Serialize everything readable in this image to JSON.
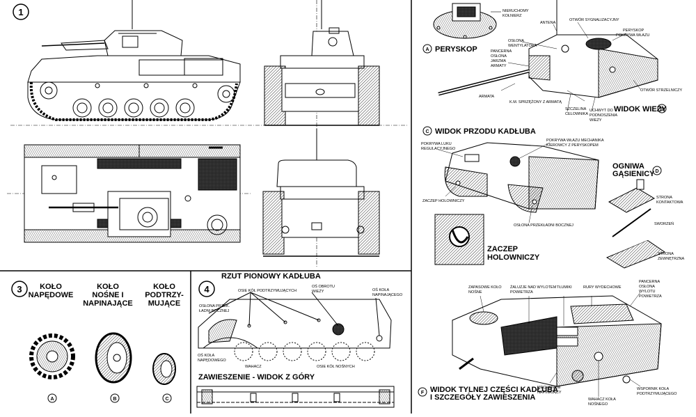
{
  "sections": {
    "s1": {
      "number": "1"
    },
    "s3": {
      "number": "3",
      "wheel_a": [
        "KOŁO",
        "NAPĘDOWE"
      ],
      "wheel_b": [
        "KOŁO",
        "NOŚNE I",
        "NAPINAJĄCE"
      ],
      "wheel_c": [
        "KOŁO",
        "PODTRZY-",
        "MUJĄCE"
      ],
      "marks": [
        "A",
        "B",
        "C"
      ]
    },
    "s4": {
      "number": "4",
      "title": "RZUT PIONOWY KADŁUBA",
      "labels": {
        "osie_podtrzym": "OSIE KÓŁ PODTRZYMUJĄCYCH",
        "os_obrotu": [
          "OŚ OBROTU",
          "WIEŻY"
        ],
        "os_napinajacego": [
          "OŚ KOŁA",
          "NAPINAJĄCEGO"
        ],
        "oslona_przekladni": [
          "OSŁONA PRZEK.",
          "ŁADNI BOCZNEJ"
        ],
        "os_napedowego": [
          "OŚ KOŁA",
          "NAPĘDOWEGO"
        ],
        "wahacz": "WAHACZ",
        "osie_nosnych": "OSIE KÓŁ NOŚNYCH"
      },
      "subtitle": "ZAWIESZENIE - WIDOK Z GÓRY"
    },
    "a": {
      "mark": "A",
      "title": "PERYSKOP",
      "label_oslona": [
        "NIERUCHOMY",
        "KOŁNIERZ"
      ]
    },
    "b": {
      "mark": "B",
      "title": "WIDOK WIEŻY",
      "labels": {
        "antena": "ANTENA",
        "otwor_sygn": "OTWÓR SYGNALIZACYJNY",
        "peryskop": [
          "PERYSKOP",
          "POKRYWA WŁAZU"
        ],
        "oslona_went": [
          "OSŁONA",
          "WENTYLATORA"
        ],
        "pancerna_oslona": [
          "PANCERNA",
          "OSŁONA",
          "JARZMA",
          "ARMATY"
        ],
        "armata": "ARMATA",
        "km_sprzezony": "K.M. SPRZĘŻONY Z ARMATĄ",
        "szczelina": [
          "SZCZELINA",
          "CELOWNIKA"
        ],
        "uchwyt": [
          "UCHWYT DO",
          "PODNOSZENIA",
          "WIEŻY"
        ],
        "otwor_strzelniczy": "OTWÓR STRZELNICZY"
      }
    },
    "c": {
      "mark": "C",
      "title": "WIDOK PRZODU KADŁUBA",
      "labels": {
        "pokrywa_luku": [
          "POKRYWA LUKU",
          "REGULACYJNEGO"
        ],
        "pokrywa_wlazu": [
          "POKRYWA WŁAZU MECHANIKA",
          "KIEROWCY Z PERYSKOPEM"
        ],
        "zaczep": "ZACZEP HOLOWNICZY",
        "oslona_przekladni": "OSŁONA PRZEKŁADNI BOCZNEJ"
      },
      "detail_title": [
        "ZACZEP",
        "HOLOWNICZY"
      ]
    },
    "d": {
      "mark": "D",
      "title": [
        "OGNIWA",
        "GĄSIENICY"
      ],
      "labels": {
        "strona_kontaktowa": [
          "STRONA",
          "KONTAKTOWA"
        ],
        "sworzen": "SWORZEŃ",
        "strona_zewnetrzna": [
          "STRONA",
          "ZEWNĘTRZNA"
        ]
      }
    },
    "f": {
      "mark": "F",
      "title": [
        "WIDOK TYLNEJ CZĘŚCI KADŁUBA",
        "I SZCZEGÓŁY ZAWIESZENIA"
      ],
      "labels": {
        "zapasowe_kolo": [
          "ZAPASOWE KOŁO",
          "NOŚNE"
        ],
        "zaluzje": [
          "ŻALUZJE NAD WYLOTEM",
          "POWIETRZA"
        ],
        "tlumiki": "TŁUMIKI",
        "rury": "RURY WYDECHOWE",
        "pancerna_oslona": [
          "PANCERNA",
          "OSŁONA",
          "WYLOTU",
          "POWIETRZA"
        ],
        "mechanizm": [
          "MECHANIZM",
          "NAPINAJĄCY"
        ],
        "wahacz": [
          "WAHACZ KOŁA",
          "NOŚNEGO"
        ],
        "wspornik": [
          "WSPORNIK KOŁA",
          "PODTRZYMUJĄCEGO"
        ]
      }
    }
  }
}
